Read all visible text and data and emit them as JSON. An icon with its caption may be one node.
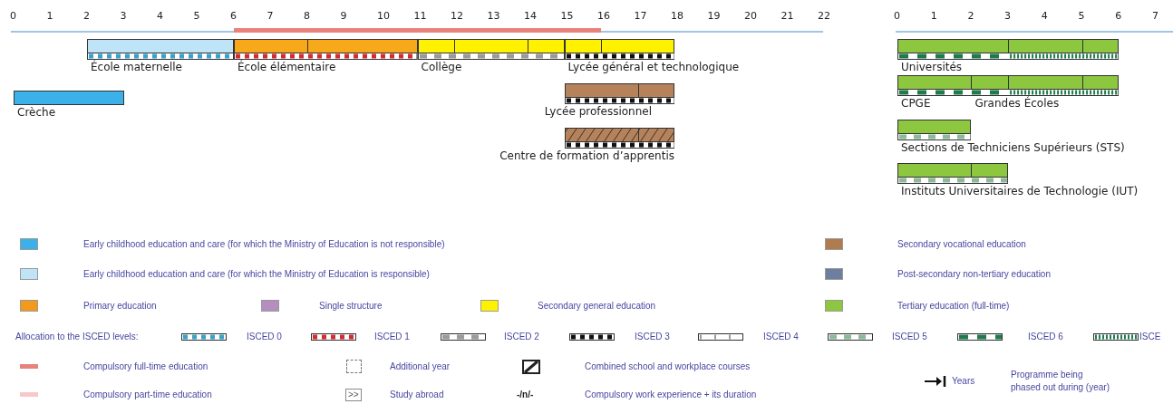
{
  "diagram": {
    "nodes": [
      {
        "text": [
          "École maternelle"
        ]
      },
      {
        "text": [
          "École élémentaire"
        ]
      },
      {
        "text": [
          "Collège"
        ]
      },
      {
        "text": [
          "Lycée général et technologique"
        ]
      },
      {
        "text": [
          "Universités"
        ]
      },
      {
        "text": [
          "CPGE",
          "Grandes Écoles"
        ]
      },
      {
        "text": [
          "Crèche"
        ]
      },
      {
        "text": [
          "Lycée professionnel"
        ]
      },
      {
        "text": [
          "Sections de Techniciens Supérieurs (STS)"
        ]
      },
      {
        "text": [
          "Centre de formation d’apprentis"
        ]
      },
      {
        "text": [
          "Instituts Universitaires de Technologie (IUT)"
        ]
      }
    ],
    "edges": [],
    "labels": [
      "0",
      "1",
      "2",
      "3",
      "4",
      "5",
      "6",
      "7",
      "8",
      "9",
      "10",
      "11",
      "12",
      "13",
      "14",
      "15",
      "16",
      "17",
      "18",
      "19",
      "20",
      "21",
      "22",
      "0",
      "1",
      "2",
      "3",
      "4",
      "5",
      "6",
      "7",
      "Allocation to the ISCED levels:",
      ">>",
      "-/n/-"
    ],
    "legend": [
      {
        "text": "Early childhood education and care (for which the Ministry of Education is not responsible)",
        "color": "#3cb0e8"
      },
      {
        "text": "Secondary vocational education",
        "color": "#b07c4f"
      },
      {
        "text": "Early childhood education and care (for which the Ministry of Education is responsible)",
        "color": "#bfe3f7"
      },
      {
        "text": "Post-secondary non-tertiary education",
        "color": "#6d7fa0"
      },
      {
        "text": "Primary education",
        "color": "#f39a1e"
      },
      {
        "text": "Single structure",
        "color": "#b48ec0"
      },
      {
        "text": "Secondary general education",
        "color": "#fff200"
      },
      {
        "text": "Tertiary education (full-time)",
        "color": "#8dc63f"
      },
      {
        "text": "ISCED 0"
      },
      {
        "text": "ISCED 1"
      },
      {
        "text": "ISCED 2"
      },
      {
        "text": "ISCED 3"
      },
      {
        "text": "ISCED 4"
      },
      {
        "text": "ISCED 5"
      },
      {
        "text": "ISCED 6"
      },
      {
        "text": "ISCE"
      },
      {
        "text": "Compulsory full-time education",
        "color": "#e8837a"
      },
      {
        "text": "Additional year"
      },
      {
        "text": "Combined school and workplace courses"
      },
      {
        "text": "Years"
      },
      {
        "text": "Programme being phased out during (year)"
      },
      {
        "text": "Compulsory part-time education",
        "color": "#f8c8c8"
      },
      {
        "text": "Study abroad"
      },
      {
        "text": "Compulsory work experience + its duration"
      }
    ]
  }
}
